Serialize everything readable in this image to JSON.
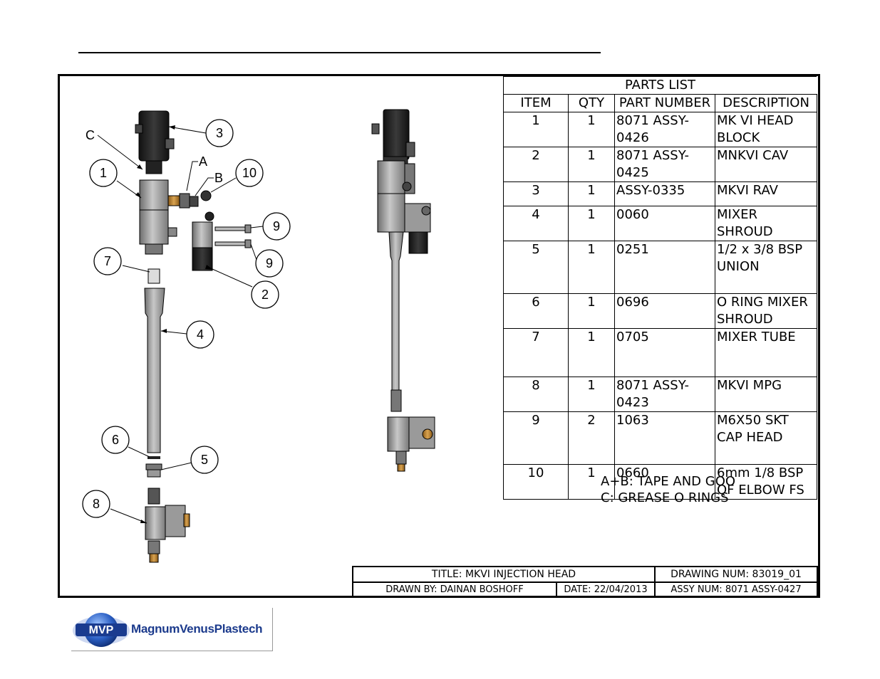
{
  "parts_list": {
    "title": "PARTS LIST",
    "headers": [
      "ITEM",
      "QTY",
      "PART NUMBER",
      "DESCRIPTION"
    ],
    "rows": [
      {
        "item": "1",
        "qty": "1",
        "part": "8071 ASSY-0426",
        "desc1": "MK VI HEAD",
        "desc2": "BLOCK"
      },
      {
        "item": "2",
        "qty": "1",
        "part": "8071 ASSY-0425",
        "desc1": "MNKVI CAV",
        "desc2": ""
      },
      {
        "item": "3",
        "qty": "1",
        "part": "ASSY-0335",
        "desc1": "MKVI RAV",
        "desc2": ""
      },
      {
        "item": "4",
        "qty": "1",
        "part": "0060",
        "desc1": "MIXER SHROUD",
        "desc2": ""
      },
      {
        "item": "5",
        "qty": "1",
        "part": "0251",
        "desc1": "1/2 x 3/8 BSP",
        "desc2": "UNION"
      },
      {
        "item": "6",
        "qty": "1",
        "part": "0696",
        "desc1": "O RING MIXER",
        "desc2": "SHROUD"
      },
      {
        "item": "7",
        "qty": "1",
        "part": "0705",
        "desc1": "MIXER TUBE",
        "desc2": ""
      },
      {
        "item": "8",
        "qty": "1",
        "part": "8071 ASSY-0423",
        "desc1": "MKVI MPG",
        "desc2": ""
      },
      {
        "item": "9",
        "qty": "2",
        "part": "1063",
        "desc1": "M6X50 SKT",
        "desc2": "CAP HEAD"
      },
      {
        "item": "10",
        "qty": "1",
        "part": "0660",
        "desc1": "6mm 1/8 BSP",
        "desc2": "QF ELBOW FS"
      }
    ]
  },
  "notes": [
    "A+B: TAPE AND GOO",
    "C: GREASE O RINGS"
  ],
  "title_block": {
    "title": "TITLE: MKVI INJECTION HEAD",
    "drawing_num": "DRAWING NUM: 83019_01",
    "drawn_by": "DRAWN BY: DAINAN BOSHOFF",
    "date": "DATE: 22/04/2013",
    "assy_num": "ASSY NUM: 8071 ASSY-0427"
  },
  "balloons": [
    "1",
    "2",
    "3",
    "4",
    "5",
    "6",
    "7",
    "8",
    "9",
    "9",
    "10"
  ],
  "callout_letters": [
    "A",
    "B",
    "C"
  ],
  "logo": {
    "badge": "MVP",
    "name": "MagnumVenusPlastech"
  },
  "colors": {
    "logo_blue": "#1b3a8c",
    "metal_grey": "#9a9a9a",
    "dark_body": "#2a2a2a",
    "brass": "#b07a2a"
  }
}
